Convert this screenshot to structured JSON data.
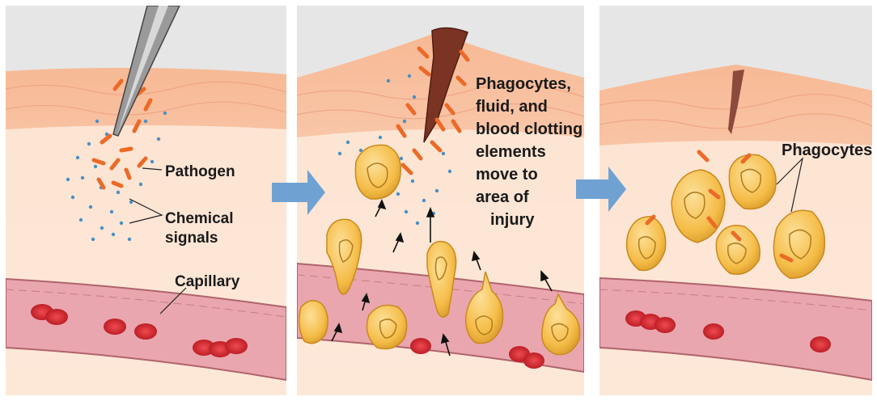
{
  "panels": [
    {
      "id": "injury",
      "labels": {
        "pathogen": "Pathogen",
        "chemical_signals": [
          "Chemical",
          "signals"
        ],
        "capillary": "Capillary"
      }
    },
    {
      "id": "migration",
      "labels": {
        "migration_text": [
          "Phagocytes,",
          "fluid, and",
          "blood clotting",
          "elements",
          "move to",
          "area of",
          "injury"
        ]
      }
    },
    {
      "id": "phagocytosis",
      "labels": {
        "phagocytes": "Phagocytes"
      }
    }
  ],
  "colors": {
    "background_top": "#e6e6e6",
    "skin": "#f9c9a9",
    "tissue": "#fde8d8",
    "capillary": "#e9a6ae",
    "red_blood_cell": "#d6222a",
    "pathogen": "#ec6a27",
    "chemical_signal": "#4a90c4",
    "phagocyte": "#f5bd48",
    "arrow": "#6fa2d3",
    "wound": "#7b3423"
  },
  "icons": [
    "needle-icon",
    "process-arrow-icon",
    "red-blood-cell-icon",
    "phagocyte-icon",
    "bacterium-icon",
    "chemical-dot-icon",
    "movement-arrow-icon"
  ]
}
